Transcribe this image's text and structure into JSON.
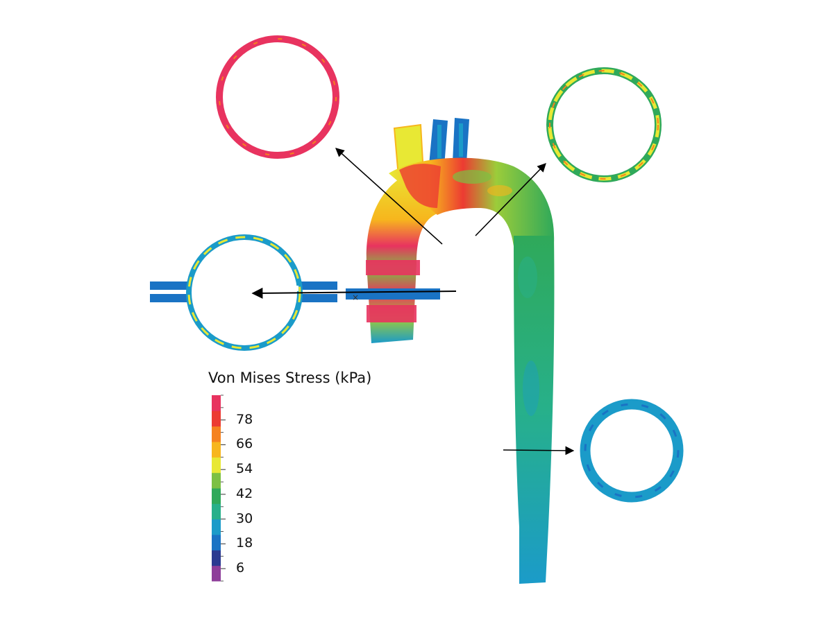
{
  "legend": {
    "title": "Von Mises Stress (kPa)",
    "ticks": [
      "78",
      "66",
      "54",
      "42",
      "30",
      "18",
      "6"
    ],
    "range": [
      0,
      90
    ],
    "colors": [
      "#8e3e9a",
      "#2b3a91",
      "#1a73c4",
      "#1b9bc9",
      "#27b08a",
      "#2fa95a",
      "#7cc043",
      "#e8e834",
      "#f7b61d",
      "#f5821f",
      "#ec3b32",
      "#e8335f"
    ]
  },
  "colors": {
    "background": "#ffffff",
    "arrow": "#000000",
    "red": "#e8335f",
    "orange": "#f5821f",
    "yellow": "#e8e834",
    "green": "#2fa95a",
    "teal": "#1b9bc9",
    "blue": "#1a73c4"
  }
}
